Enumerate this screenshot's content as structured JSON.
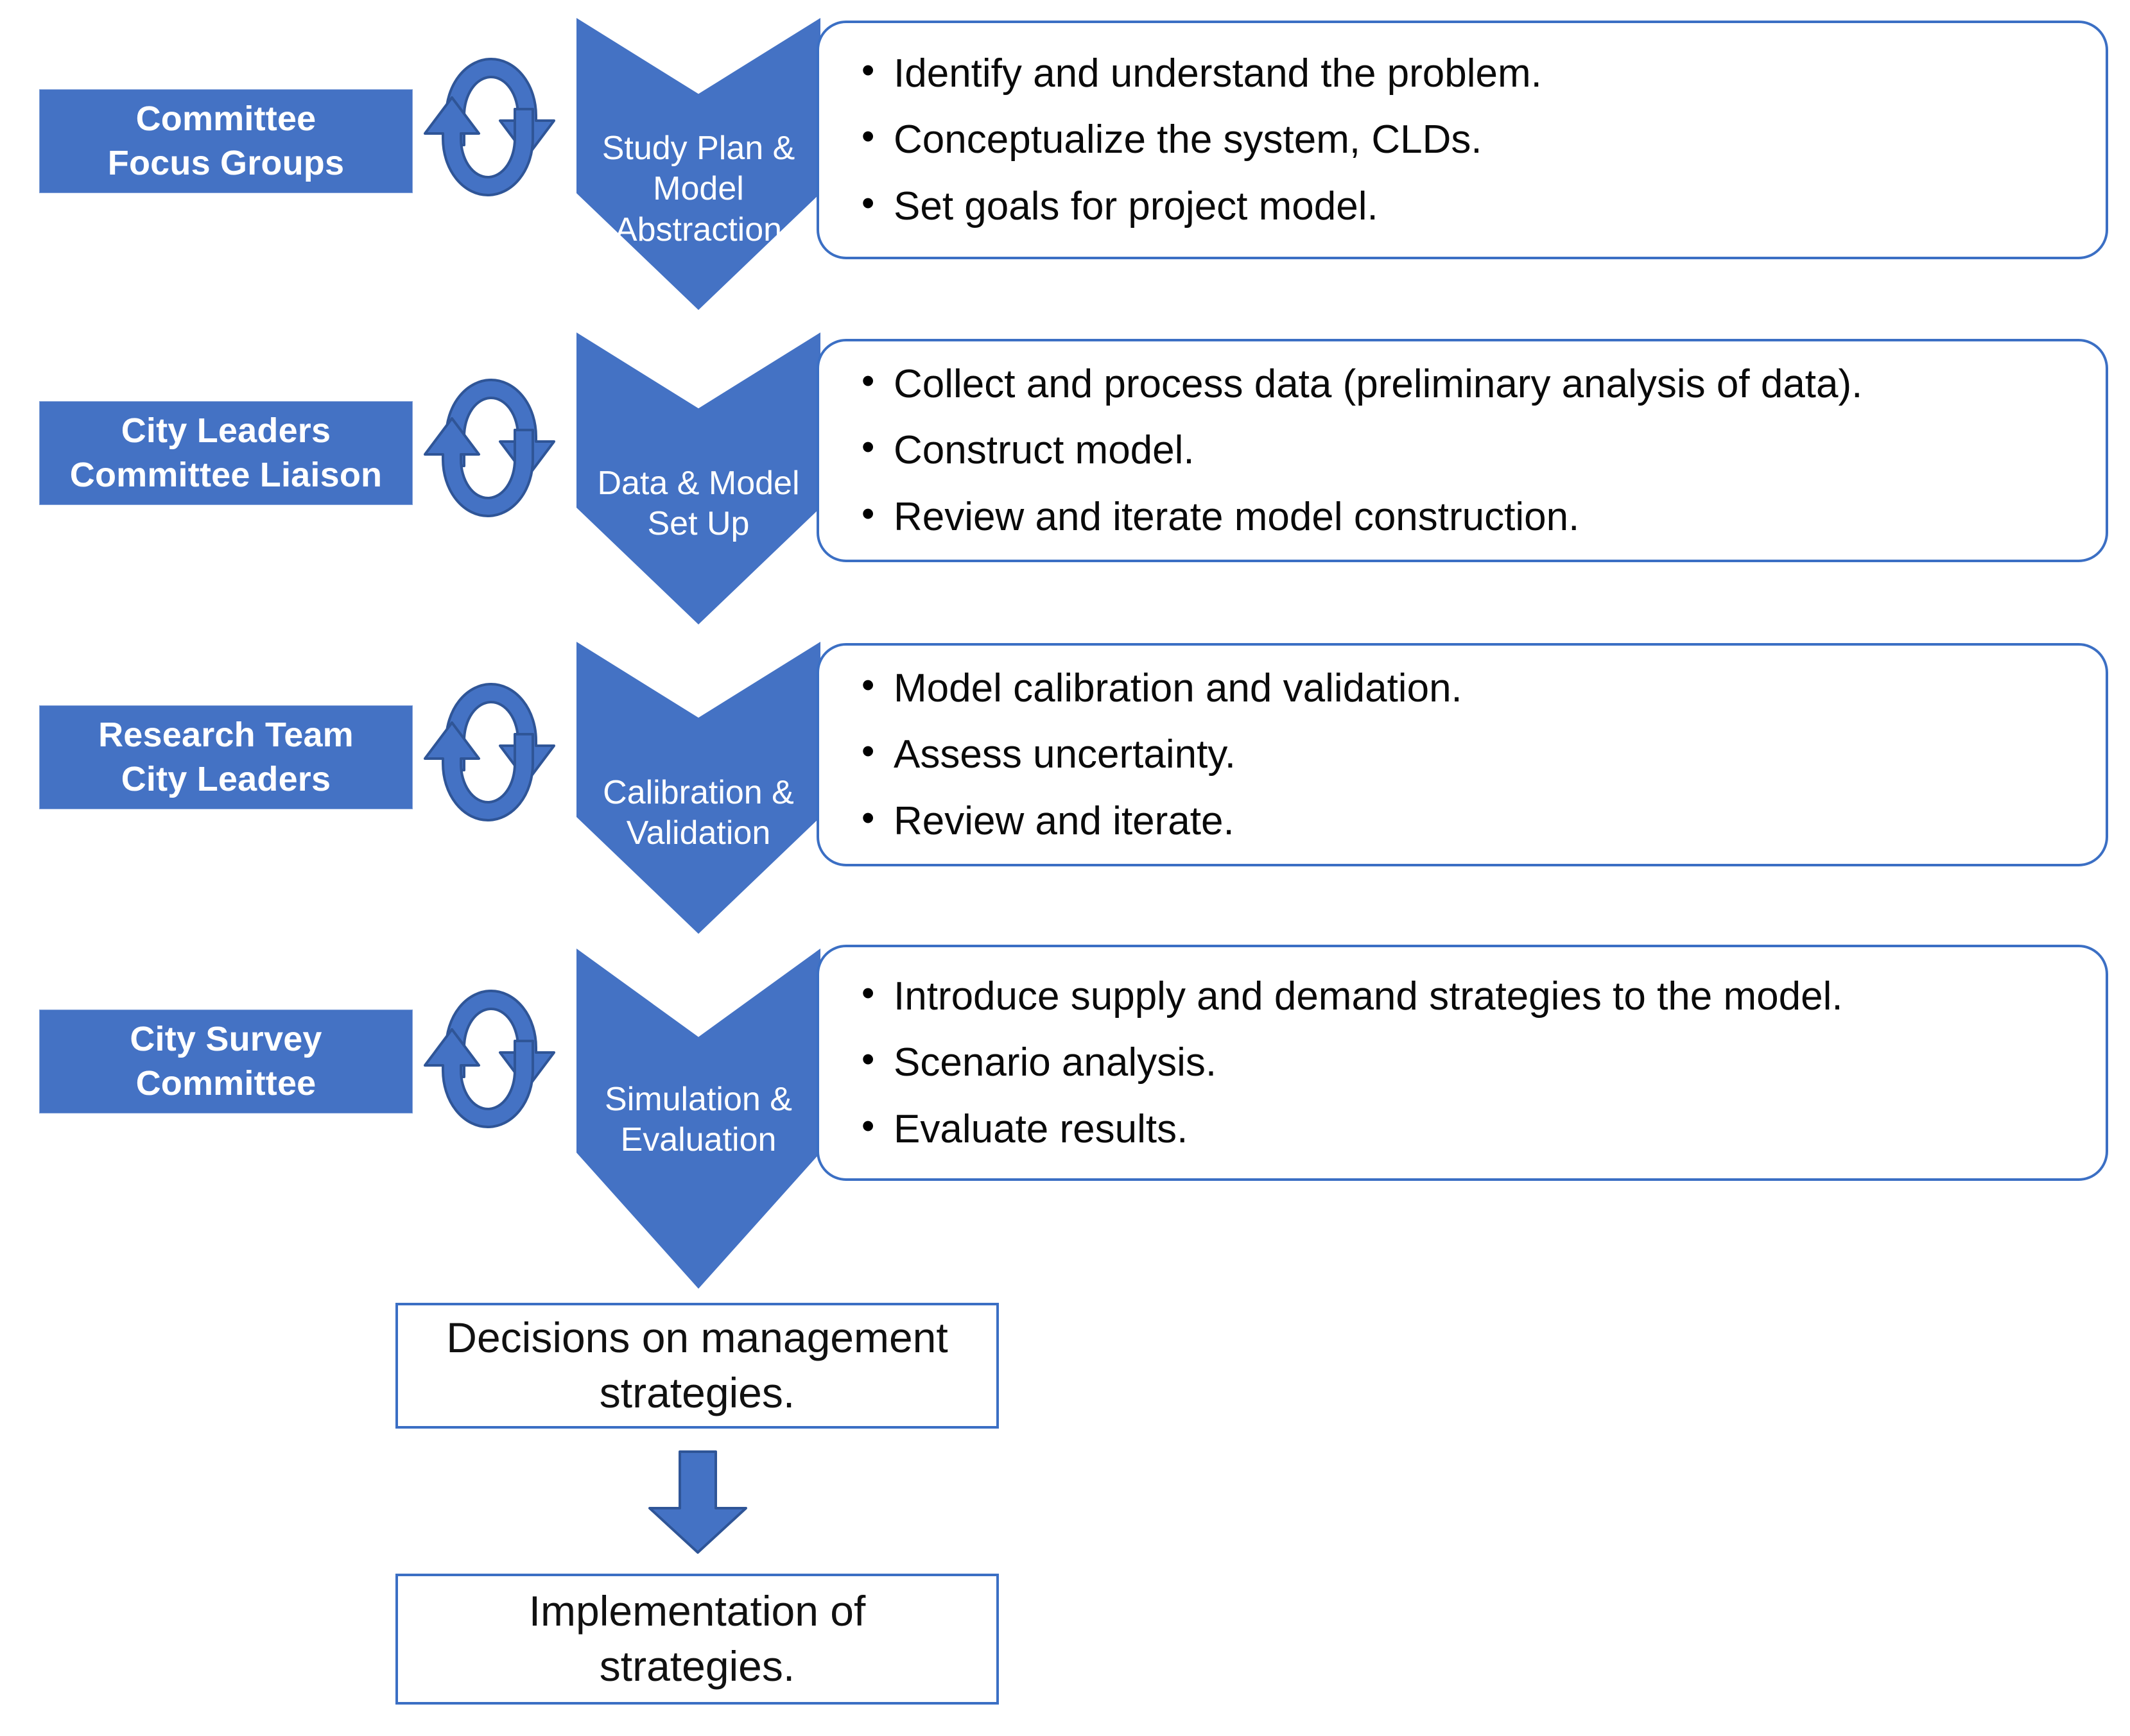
{
  "colors": {
    "accent_blue": "#4472C4",
    "border_blue": "#3B6FC4",
    "text_dark": "#0A0A0A",
    "white": "#FFFFFF"
  },
  "stages": [
    {
      "stakeholder": {
        "line1": "Committee",
        "line2": "Focus Groups"
      },
      "cycle_icon": "cycle-arrows-icon",
      "chevron": {
        "line1": "Study Plan &",
        "line2": "Model",
        "line3": "Abstraction"
      },
      "bullets": [
        "Identify and understand the problem.",
        "Conceptualize the system, CLDs.",
        "Set goals for project model."
      ]
    },
    {
      "stakeholder": {
        "line1": "City Leaders",
        "line2": "Committee Liaison"
      },
      "cycle_icon": "cycle-arrows-icon",
      "chevron": {
        "line1": "Data & Model",
        "line2": "Set Up",
        "line3": ""
      },
      "bullets": [
        "Collect and process data (preliminary analysis of data).",
        "Construct model.",
        "Review and iterate model construction."
      ]
    },
    {
      "stakeholder": {
        "line1": "Research Team",
        "line2": "City Leaders"
      },
      "cycle_icon": "cycle-arrows-icon",
      "chevron": {
        "line1": "Calibration &",
        "line2": "Validation",
        "line3": ""
      },
      "bullets": [
        "Model calibration and validation.",
        "Assess uncertainty.",
        "Review and iterate."
      ]
    },
    {
      "stakeholder": {
        "line1": "City Survey",
        "line2": "Committee"
      },
      "cycle_icon": "cycle-arrows-icon",
      "chevron": {
        "line1": "Simulation &",
        "line2": "Evaluation",
        "line3": ""
      },
      "bullets": [
        "Introduce supply and demand strategies to the model.",
        "Scenario analysis.",
        "Evaluate results."
      ]
    }
  ],
  "outcomes": {
    "decisions": {
      "line1": "Decisions on management",
      "line2": "strategies."
    },
    "connector_icon": "down-arrow-icon",
    "implementation": {
      "line1": "Implementation of",
      "line2": "strategies."
    }
  }
}
